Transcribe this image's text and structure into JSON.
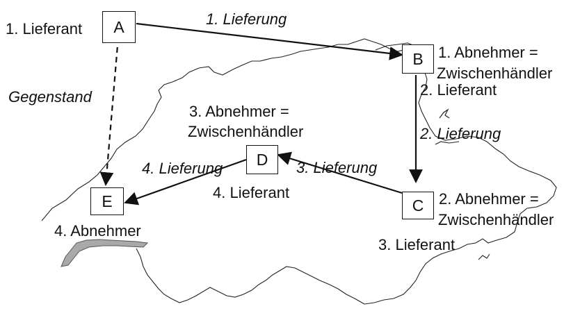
{
  "nodes": {
    "a": "A",
    "b": "B",
    "c": "C",
    "d": "D",
    "e": "E"
  },
  "roles": {
    "a": "1. Lieferant",
    "b_line1": "1. Abnehmer =",
    "b_line2": "Zwischenhändler",
    "b_line3": "2. Lieferant",
    "c_line1": "2. Abnehmer =",
    "c_line2": "Zwischenhändler",
    "c_line3": "3. Lieferant",
    "d_line1": "3. Abnehmer =",
    "d_line2": "Zwischenhändler",
    "d_line3": "4. Lieferant",
    "e": "4. Abnehmer"
  },
  "flows": {
    "delivery_1": "1. Lieferung",
    "delivery_2": "2. Lieferung",
    "delivery_3": "3. Lieferung",
    "delivery_4": "4. Lieferung",
    "goods": "Gegenstand"
  },
  "colors": {
    "ink": "#111111",
    "map_outline": "#222222",
    "lake_fill": "#a9a9a9"
  }
}
